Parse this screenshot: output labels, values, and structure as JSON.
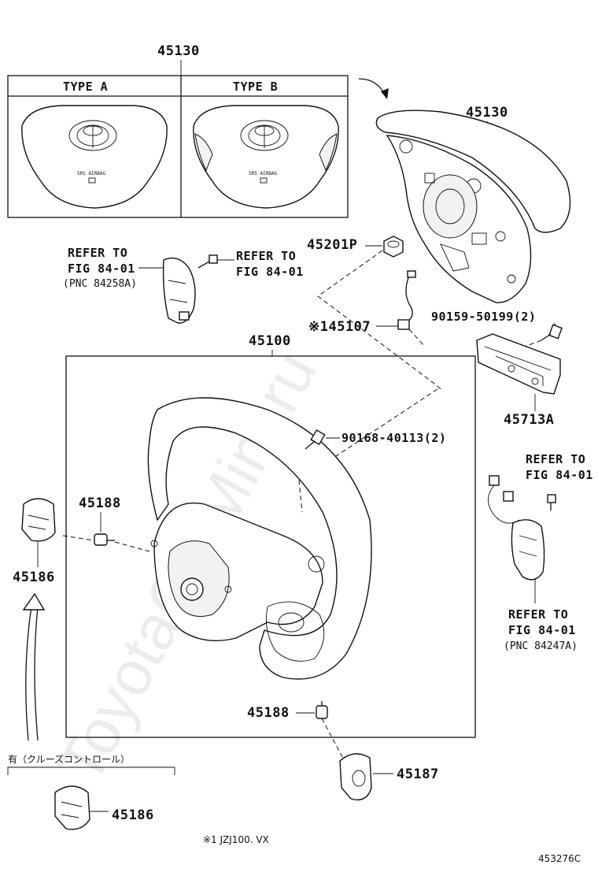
{
  "diagram": {
    "labels": {
      "p45130_top": "45130",
      "typeA": "TYPE A",
      "typeB": "TYPE B",
      "p45130_right": "45130",
      "p45201p": "45201P",
      "p45107": "※145107",
      "p90159": "90159-50199(2)",
      "p45713a": "45713A",
      "p45100": "45100",
      "p90168": "90168-40113(2)",
      "p45188a": "45188",
      "p45186a": "45186",
      "p45188b": "45188",
      "p45187": "45187",
      "p45186b": "45186",
      "cruise_note": "有（クルーズコントロール）",
      "footnote": "※1 JZJ100. VX",
      "fig_code": "453276C",
      "srs_a": "SRS AIRBAG",
      "srs_b": "SRS AIRBAG",
      "watermark": "ToyotaCarMini.ru"
    },
    "refer_left": [
      "REFER TO",
      "FIG 84-01",
      "(PNC 84258A)"
    ],
    "refer_left2": [
      "REFER TO",
      "FIG 84-01"
    ],
    "refer_right_top": [
      "REFER TO",
      "FIG 84-01"
    ],
    "refer_right_bottom": [
      "REFER TO",
      "FIG 84-01",
      "(PNC 84247A)"
    ]
  }
}
